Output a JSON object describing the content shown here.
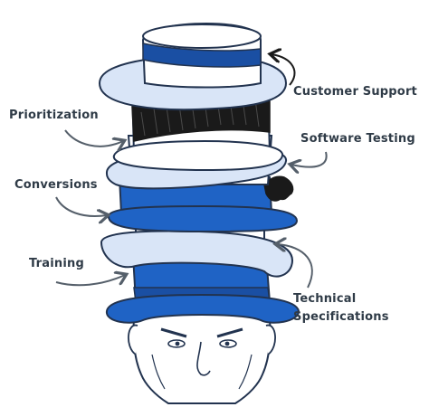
{
  "labels": {
    "customer_support": "Customer Support",
    "prioritization": "Prioritization",
    "software_testing": "Software Testing",
    "conversions": "Conversions",
    "training": "Training",
    "technical_line1": "Technical",
    "technical_line2": "Specifications"
  },
  "colors": {
    "blue": "#1f63c5",
    "dark_blue": "#1a4fa3",
    "light_blue": "#d9e5f7",
    "outline": "#22334f",
    "black_band": "#1a1a1a",
    "label_text": "#2f3b47",
    "arrow": "#555f6a"
  }
}
